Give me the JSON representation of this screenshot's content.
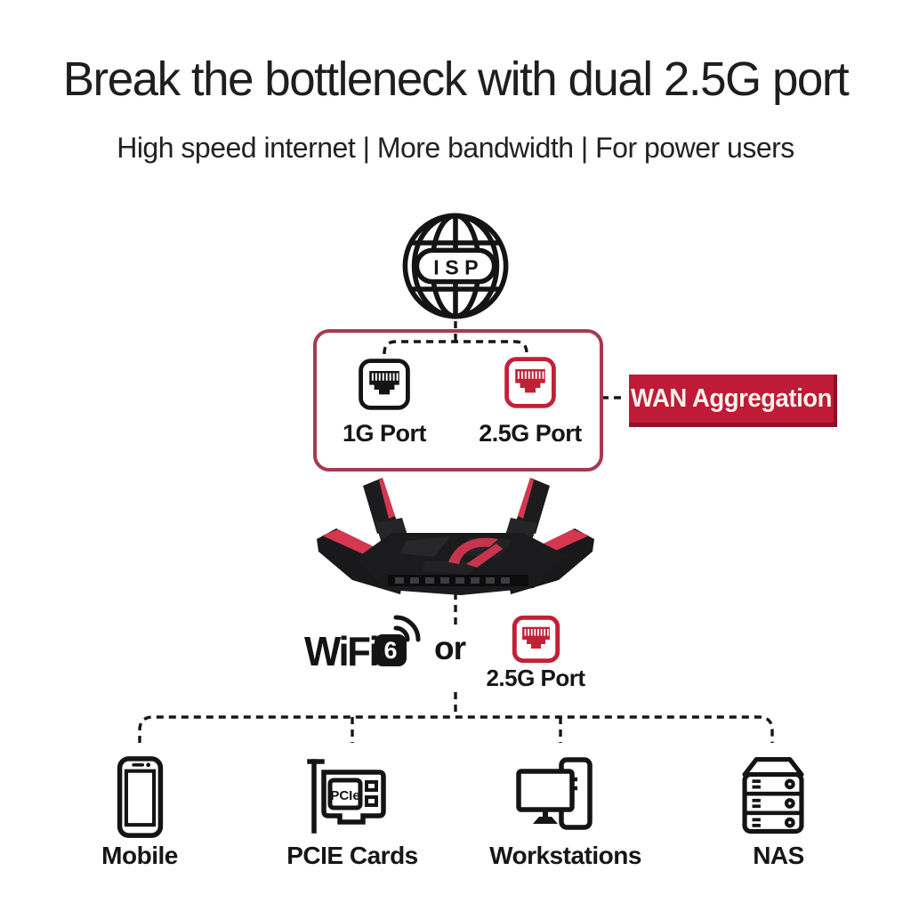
{
  "theme": {
    "ink": "#161616",
    "box-border": "#a63a52",
    "badge-bg": "#bf1a37",
    "badge-shadow": "#8e1128",
    "port-red": "#c32036",
    "rog-red": "#d4374f"
  },
  "header": {
    "title": "Break the bottleneck with dual 2.5G port",
    "subtitle": "High speed internet | More bandwidth | For power users"
  },
  "isp": {
    "label": "ISP"
  },
  "wan_box": {
    "port_1g": "1G Port",
    "port_25g": "2.5G Port"
  },
  "wan_badge": {
    "label": "WAN Aggregation"
  },
  "downlink": {
    "wifi": "WiFi",
    "wifi_gen": "6",
    "or": "or",
    "port_25g": "2.5G Port"
  },
  "devices": [
    {
      "label": "Mobile"
    },
    {
      "label": "PCIE Cards",
      "chip": "PCIe"
    },
    {
      "label": "Workstations"
    },
    {
      "label": "NAS"
    }
  ]
}
